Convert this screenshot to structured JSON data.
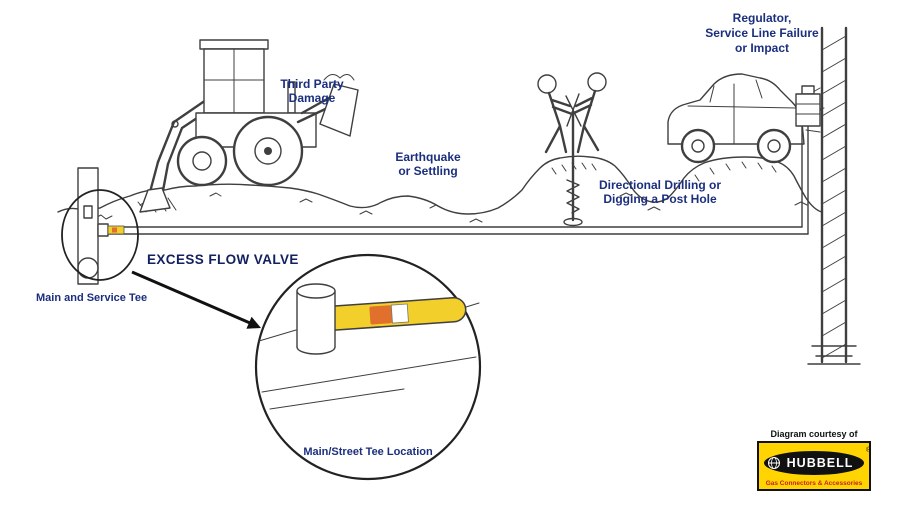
{
  "diagram": {
    "labels": {
      "regulator_1": "Regulator,",
      "regulator_2": "Service Line Failure",
      "regulator_3": "or Impact",
      "third_party_1": "Third Party",
      "third_party_2": "Damage",
      "earthquake_1": "Earthquake",
      "earthquake_2": "or Settling",
      "drilling_1": "Directional Drilling or",
      "drilling_2": "Digging a Post Hole",
      "excess_flow_valve": "EXCESS FLOW VALVE",
      "main_service_tee": "Main and Service Tee",
      "tee_location": "Main/Street Tee Location"
    },
    "credit": {
      "courtesy": "Diagram courtesy of",
      "brand": "HUBBELL",
      "registered": "®",
      "tagline": "Gas Connectors & Accessories"
    },
    "colors": {
      "label_blue": "#1b2f7e",
      "line_dark": "#3f3f3f",
      "valve_yellow": "#f2cf2a",
      "valve_orange": "#e2702d",
      "hubbell_yellow": "#ffd400",
      "hubbell_red": "#c42127"
    }
  }
}
